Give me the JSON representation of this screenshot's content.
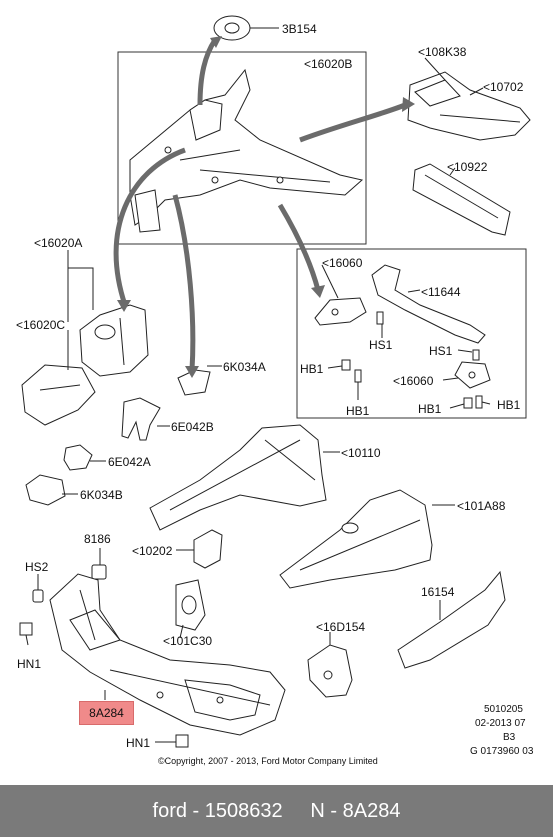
{
  "diagram": {
    "labels": {
      "l_3B154": "3B154",
      "l_16020B": "<16020B",
      "l_108K38": "<108K38",
      "l_10702": "<10702",
      "l_10922": "<10922",
      "l_16020A": "<16020A",
      "l_16020C": "<16020C",
      "l_16060_top": "<16060",
      "l_11644": "<11644",
      "l_HS1_a": "HS1",
      "l_HS1_b": "HS1",
      "l_HB1_a": "HB1",
      "l_HB1_b": "HB1",
      "l_16060_mid": "<16060",
      "l_HB1_c": "HB1",
      "l_HB1_d": "HB1",
      "l_6K034A": "6K034A",
      "l_6E042B": "6E042B",
      "l_6E042A": "6E042A",
      "l_6K034B": "6K034B",
      "l_10110": "<10110",
      "l_101A88": "<101A88",
      "l_8186": "8186",
      "l_10202": "<10202",
      "l_HS2": "HS2",
      "l_16154": "16154",
      "l_101C30": "<101C30",
      "l_16D154": "<16D154",
      "l_HN1_a": "HN1",
      "l_HN1_b": "HN1",
      "l_8A284": "8A284"
    },
    "info": {
      "line1": "5010205",
      "line2": "02-2013 07",
      "line3": "B3",
      "line4": "G 0173960 03"
    },
    "copyright": "©Copyright, 2007 - 2013, Ford Motor Company Limited"
  },
  "footer": {
    "text": "ford - 1508632     N - 8A284"
  },
  "colors": {
    "highlight": "#f08a8a",
    "footer_bg": "#7a7a7a",
    "arrow": "#6b6b6b"
  }
}
